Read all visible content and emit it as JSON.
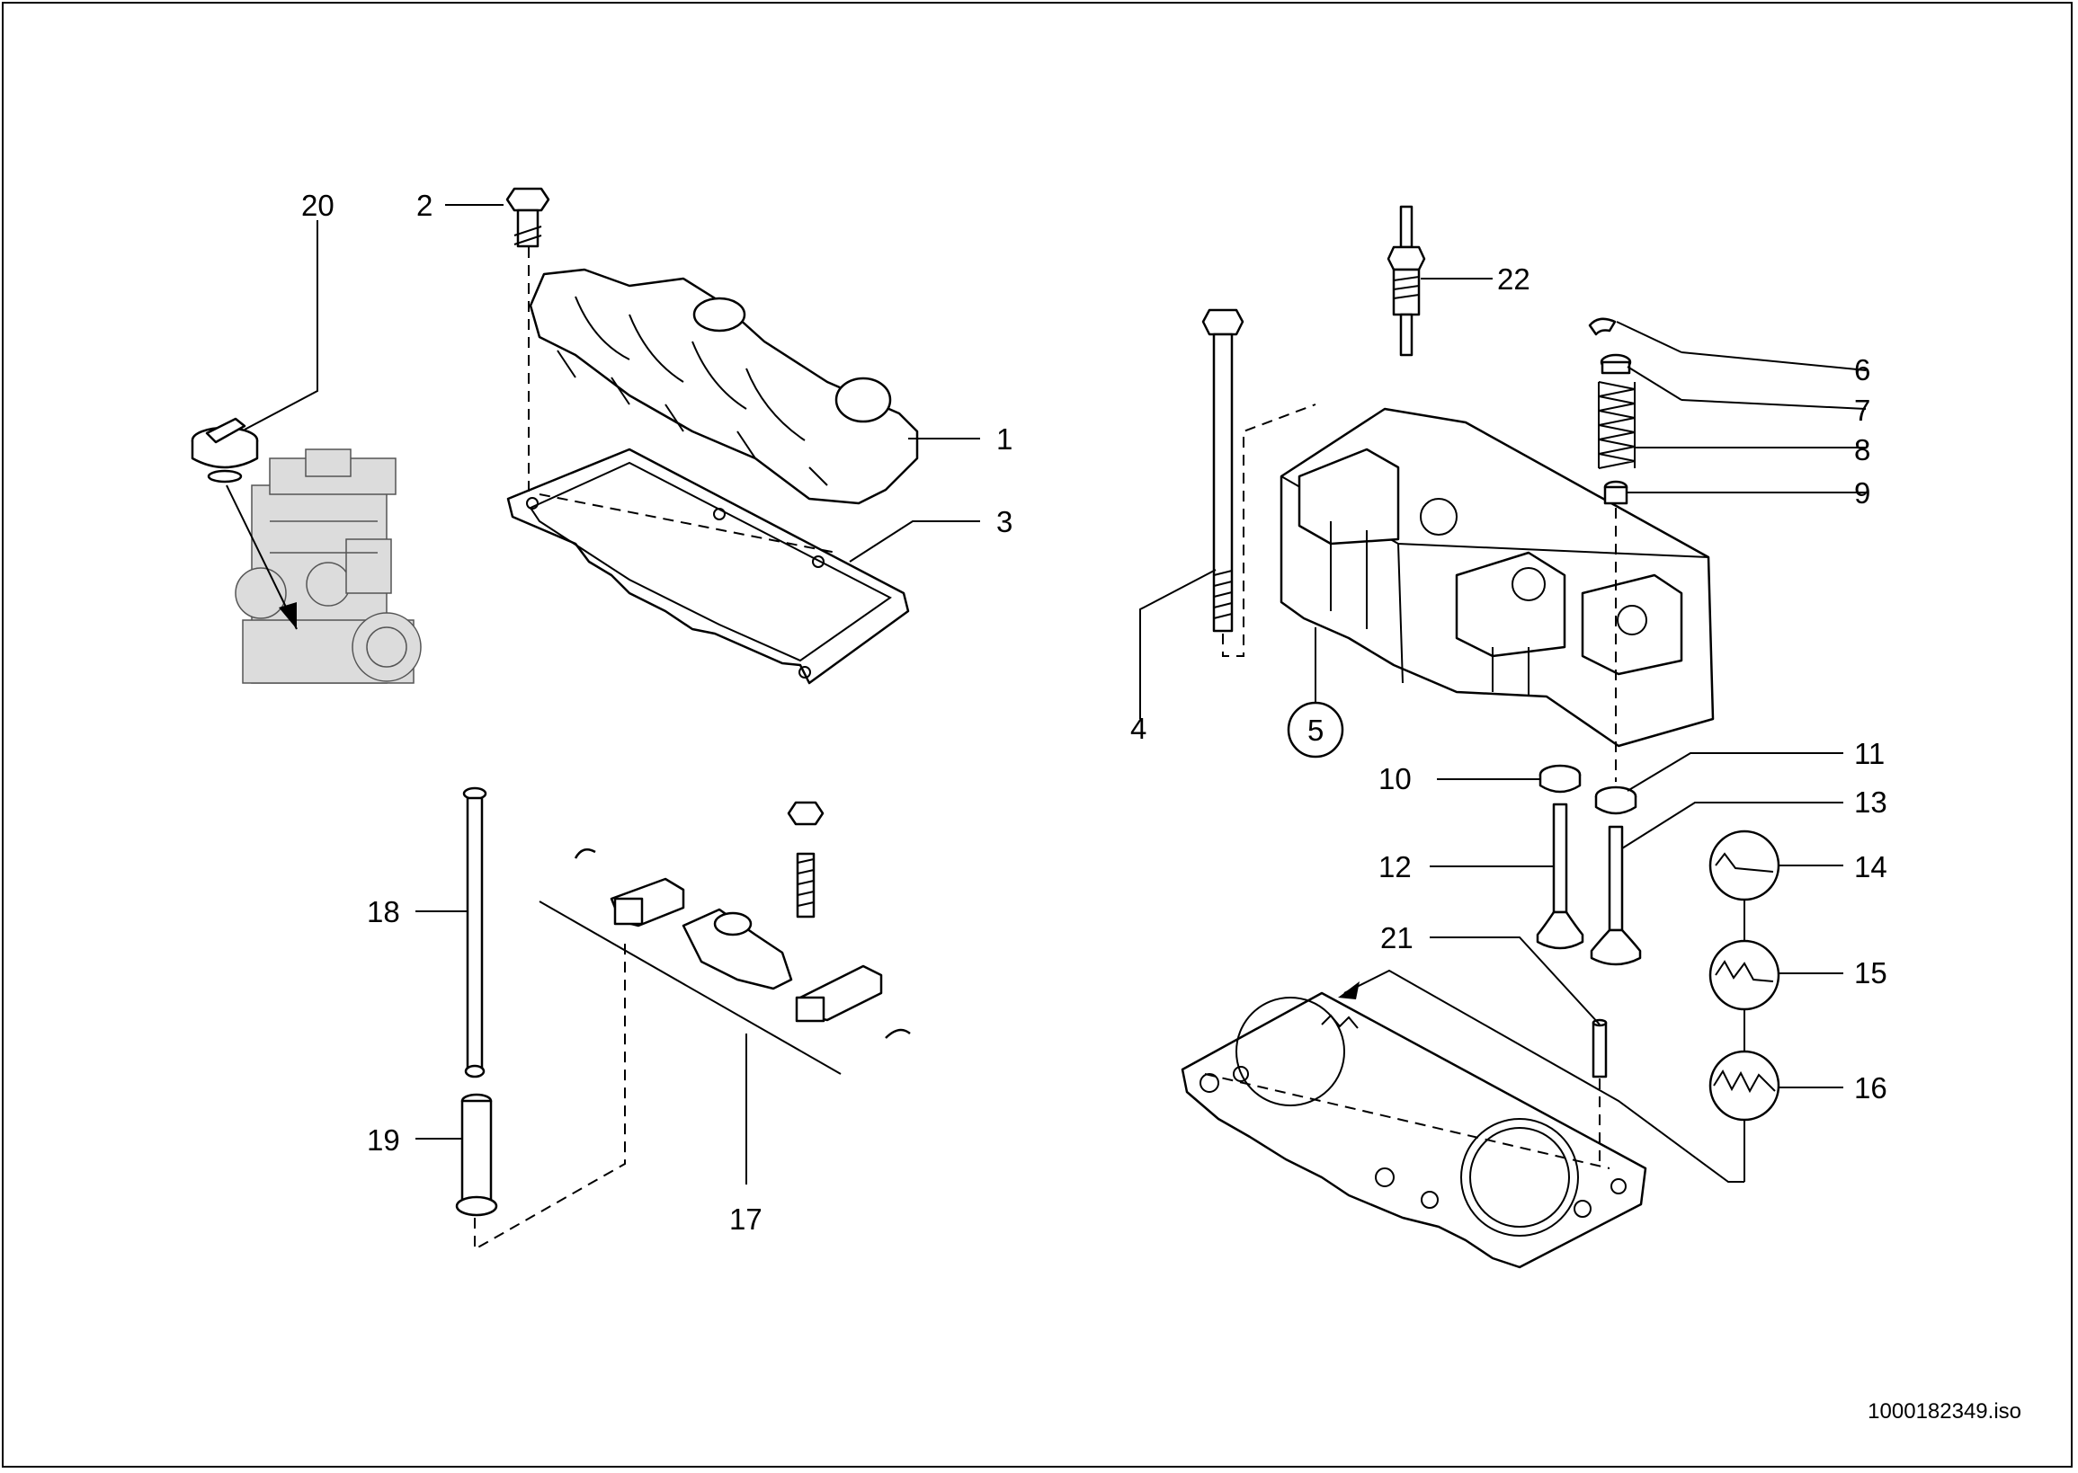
{
  "callouts": {
    "c1": "1",
    "c2": "2",
    "c3": "3",
    "c4": "4",
    "c5": "5",
    "c6": "6",
    "c7": "7",
    "c8": "8",
    "c9": "9",
    "c10": "10",
    "c11": "11",
    "c12": "12",
    "c13": "13",
    "c14": "14",
    "c15": "15",
    "c16": "16",
    "c17": "17",
    "c18": "18",
    "c19": "19",
    "c20": "20",
    "c21": "21",
    "c22": "22"
  },
  "file_id": "1000182349.iso"
}
